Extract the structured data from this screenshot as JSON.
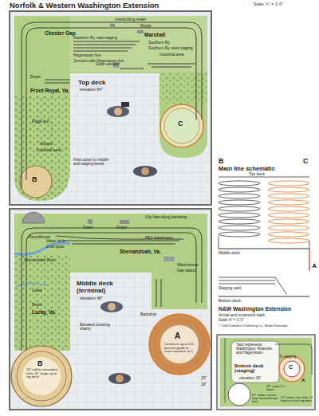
{
  "diagram": {
    "title": "Norfolk & Western Washington Extension",
    "labels": [
      "Scale: ¼\" = 1'-0\"",
      "Chester Gap",
      "Interlocking tower",
      "Depot",
      "Marshall",
      "Southern Ry. east staging",
      "Hagerstown line",
      "Junction with Hagerstown line",
      "Southern Ry.",
      "Southern Ry. west staging",
      "Industrial area",
      "Depot",
      "Front Royal, Va.",
      "Grain elevator",
      "Top deck",
      "elevation 64\"",
      "Ridge line",
      "Houses",
      "Industrial area",
      "Helix down to middle and staging levels",
      "B",
      "C",
      "Roundhouse",
      "Tower",
      "Depot",
      "City flats along backdrop",
      "Water tank",
      "Coal tipple",
      "Shenandoah River",
      "REA warehouse",
      "Shenandoah, Va.",
      "Warehouses",
      "Gas station",
      "Middle deck (terminal)",
      "elevation 48\"",
      "Creek",
      "Backdrop",
      "A",
      "Continues up at 2.5-percent grade to reach top deck at C",
      "15\"",
      "18\"",
      "Depot",
      "Luray, Va.",
      "Elevated crossing shanty",
      "B",
      "15\"-radius secondary helix, 8½ loops up to top deck",
      "B",
      "C",
      "Main line schematic",
      "Top deck",
      "Middle deck",
      "A",
      "Staging yard",
      "Bottom deck",
      "N&W Washington Extension",
      "Arrival and runaround track",
      "Scale ⅛\" = 1'-0\"",
      "© 2006 Kalmbach Publishing Co., Model Railroader",
      "Yard represents Washington, Roanoke, and Hagerstown",
      "To staging",
      "Bottom deck (staging)",
      "elevation 36\"",
      "C",
      "A",
      "18\"-radius 5½ loops",
      "22\" radius reverse loop stacked below helix",
      "15\"-radius riser helix, 11 loops to reach top deck"
    ]
  }
}
